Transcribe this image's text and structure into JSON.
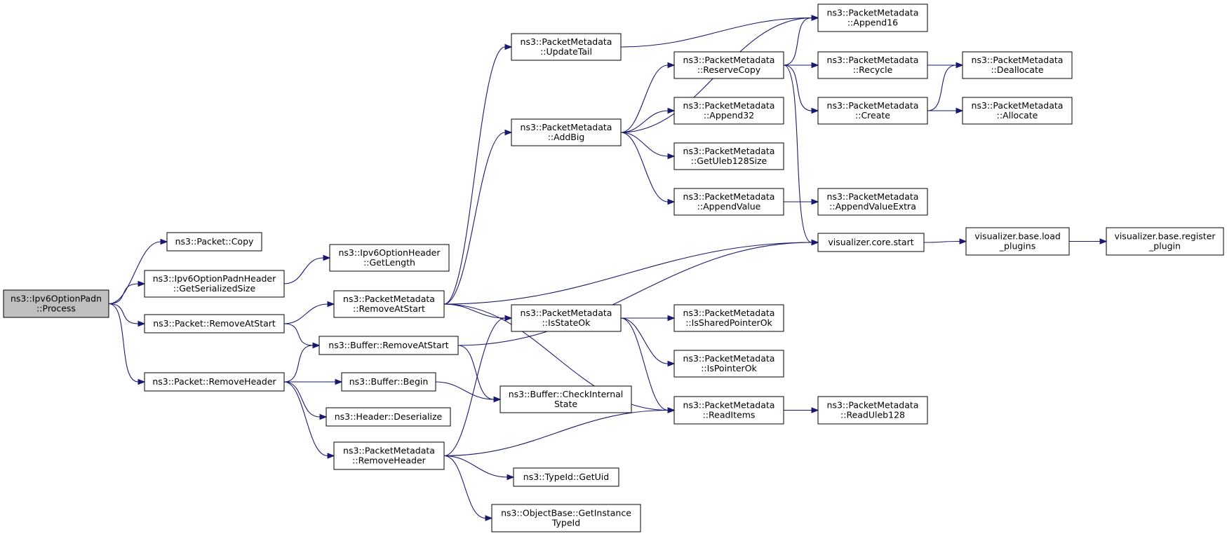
{
  "graph": {
    "root": "process",
    "edge_color": "#191970",
    "root_fill": "#bfbfbf",
    "nodes": [
      {
        "id": "process",
        "lines": [
          "ns3::Ipv6OptionPadn",
          "::Process"
        ]
      },
      {
        "id": "packet_copy",
        "lines": [
          "ns3::Packet::Copy"
        ]
      },
      {
        "id": "getserializedsize",
        "lines": [
          "ns3::Ipv6OptionPadnHeader",
          "::GetSerializedSize"
        ]
      },
      {
        "id": "packet_removeatstart",
        "lines": [
          "ns3::Packet::RemoveAtStart"
        ]
      },
      {
        "id": "packet_removeheader",
        "lines": [
          "ns3::Packet::RemoveHeader"
        ]
      },
      {
        "id": "getlength",
        "lines": [
          "ns3::Ipv6OptionHeader",
          "::GetLength"
        ]
      },
      {
        "id": "pm_removeatstart",
        "lines": [
          "ns3::PacketMetadata",
          "::RemoveAtStart"
        ]
      },
      {
        "id": "buffer_removeatstart",
        "lines": [
          "ns3::Buffer::RemoveAtStart"
        ]
      },
      {
        "id": "buffer_begin",
        "lines": [
          "ns3::Buffer::Begin"
        ]
      },
      {
        "id": "header_deserialize",
        "lines": [
          "ns3::Header::Deserialize"
        ]
      },
      {
        "id": "pm_removeheader",
        "lines": [
          "ns3::PacketMetadata",
          "::RemoveHeader"
        ]
      },
      {
        "id": "pm_updatetail",
        "lines": [
          "ns3::PacketMetadata",
          "::UpdateTail"
        ]
      },
      {
        "id": "pm_addbig",
        "lines": [
          "ns3::PacketMetadata",
          "::AddBig"
        ]
      },
      {
        "id": "pm_isstateok",
        "lines": [
          "ns3::PacketMetadata",
          "::IsStateOk"
        ]
      },
      {
        "id": "buffer_checkinternalstate",
        "lines": [
          "ns3::Buffer::CheckInternal",
          "State"
        ]
      },
      {
        "id": "typeid_getuid",
        "lines": [
          "ns3::TypeId::GetUid"
        ]
      },
      {
        "id": "objectbase_getinstancetypeid",
        "lines": [
          "ns3::ObjectBase::GetInstance",
          "TypeId"
        ]
      },
      {
        "id": "pm_reservecopy",
        "lines": [
          "ns3::PacketMetadata",
          "::ReserveCopy"
        ]
      },
      {
        "id": "pm_append32",
        "lines": [
          "ns3::PacketMetadata",
          "::Append32"
        ]
      },
      {
        "id": "pm_getuleb128size",
        "lines": [
          "ns3::PacketMetadata",
          "::GetUleb128Size"
        ]
      },
      {
        "id": "pm_appendvalue",
        "lines": [
          "ns3::PacketMetadata",
          "::AppendValue"
        ]
      },
      {
        "id": "pm_issharedpointerok",
        "lines": [
          "ns3::PacketMetadata",
          "::IsSharedPointerOk"
        ]
      },
      {
        "id": "pm_ispointerok",
        "lines": [
          "ns3::PacketMetadata",
          "::IsPointerOk"
        ]
      },
      {
        "id": "pm_readitems",
        "lines": [
          "ns3::PacketMetadata",
          "::ReadItems"
        ]
      },
      {
        "id": "pm_append16",
        "lines": [
          "ns3::PacketMetadata",
          "::Append16"
        ]
      },
      {
        "id": "pm_recycle",
        "lines": [
          "ns3::PacketMetadata",
          "::Recycle"
        ]
      },
      {
        "id": "pm_create",
        "lines": [
          "ns3::PacketMetadata",
          "::Create"
        ]
      },
      {
        "id": "pm_appendvalueextra",
        "lines": [
          "ns3::PacketMetadata",
          "::AppendValueExtra"
        ]
      },
      {
        "id": "visualizer_core_start",
        "lines": [
          "visualizer.core.start"
        ]
      },
      {
        "id": "pm_readuleb128",
        "lines": [
          "ns3::PacketMetadata",
          "::ReadUleb128"
        ]
      },
      {
        "id": "pm_deallocate",
        "lines": [
          "ns3::PacketMetadata",
          "::Deallocate"
        ]
      },
      {
        "id": "pm_allocate",
        "lines": [
          "ns3::PacketMetadata",
          "::Allocate"
        ]
      },
      {
        "id": "visualizer_base_load_plugins",
        "lines": [
          "visualizer.base.load",
          "_plugins"
        ]
      },
      {
        "id": "visualizer_base_register_plugin",
        "lines": [
          "visualizer.base.register",
          "_plugin"
        ]
      }
    ],
    "edges": [
      {
        "from": "process",
        "to": "packet_copy"
      },
      {
        "from": "process",
        "to": "getserializedsize"
      },
      {
        "from": "process",
        "to": "packet_removeatstart"
      },
      {
        "from": "process",
        "to": "packet_removeheader"
      },
      {
        "from": "getserializedsize",
        "to": "getlength"
      },
      {
        "from": "packet_removeatstart",
        "to": "pm_removeatstart"
      },
      {
        "from": "packet_removeatstart",
        "to": "buffer_removeatstart"
      },
      {
        "from": "packet_removeheader",
        "to": "buffer_removeatstart"
      },
      {
        "from": "packet_removeheader",
        "to": "buffer_begin"
      },
      {
        "from": "packet_removeheader",
        "to": "header_deserialize"
      },
      {
        "from": "packet_removeheader",
        "to": "pm_removeheader"
      },
      {
        "from": "pm_removeatstart",
        "to": "pm_updatetail"
      },
      {
        "from": "pm_removeatstart",
        "to": "pm_addbig"
      },
      {
        "from": "pm_removeatstart",
        "to": "visualizer_core_start"
      },
      {
        "from": "pm_removeatstart",
        "to": "pm_isstateok"
      },
      {
        "from": "pm_removeatstart",
        "to": "pm_readitems"
      },
      {
        "from": "buffer_removeatstart",
        "to": "visualizer_core_start"
      },
      {
        "from": "buffer_removeatstart",
        "to": "buffer_checkinternalstate"
      },
      {
        "from": "buffer_begin",
        "to": "buffer_checkinternalstate"
      },
      {
        "from": "pm_removeheader",
        "to": "pm_isstateok"
      },
      {
        "from": "pm_removeheader",
        "to": "pm_readitems"
      },
      {
        "from": "pm_removeheader",
        "to": "typeid_getuid"
      },
      {
        "from": "pm_removeheader",
        "to": "objectbase_getinstancetypeid"
      },
      {
        "from": "pm_updatetail",
        "to": "pm_append16"
      },
      {
        "from": "pm_addbig",
        "to": "pm_append16"
      },
      {
        "from": "pm_addbig",
        "to": "pm_reservecopy"
      },
      {
        "from": "pm_addbig",
        "to": "pm_append32"
      },
      {
        "from": "pm_addbig",
        "to": "pm_getuleb128size"
      },
      {
        "from": "pm_addbig",
        "to": "pm_appendvalue"
      },
      {
        "from": "pm_reservecopy",
        "to": "pm_append16"
      },
      {
        "from": "pm_reservecopy",
        "to": "pm_recycle"
      },
      {
        "from": "pm_reservecopy",
        "to": "pm_create"
      },
      {
        "from": "pm_reservecopy",
        "to": "visualizer_core_start"
      },
      {
        "from": "pm_appendvalue",
        "to": "pm_appendvalueextra"
      },
      {
        "from": "pm_isstateok",
        "to": "pm_issharedpointerok"
      },
      {
        "from": "pm_isstateok",
        "to": "pm_ispointerok"
      },
      {
        "from": "pm_isstateok",
        "to": "pm_readitems"
      },
      {
        "from": "pm_readitems",
        "to": "pm_readuleb128"
      },
      {
        "from": "pm_recycle",
        "to": "pm_deallocate"
      },
      {
        "from": "pm_create",
        "to": "pm_deallocate"
      },
      {
        "from": "pm_create",
        "to": "pm_allocate"
      },
      {
        "from": "visualizer_core_start",
        "to": "visualizer_base_load_plugins"
      },
      {
        "from": "visualizer_base_load_plugins",
        "to": "visualizer_base_register_plugin"
      }
    ]
  }
}
